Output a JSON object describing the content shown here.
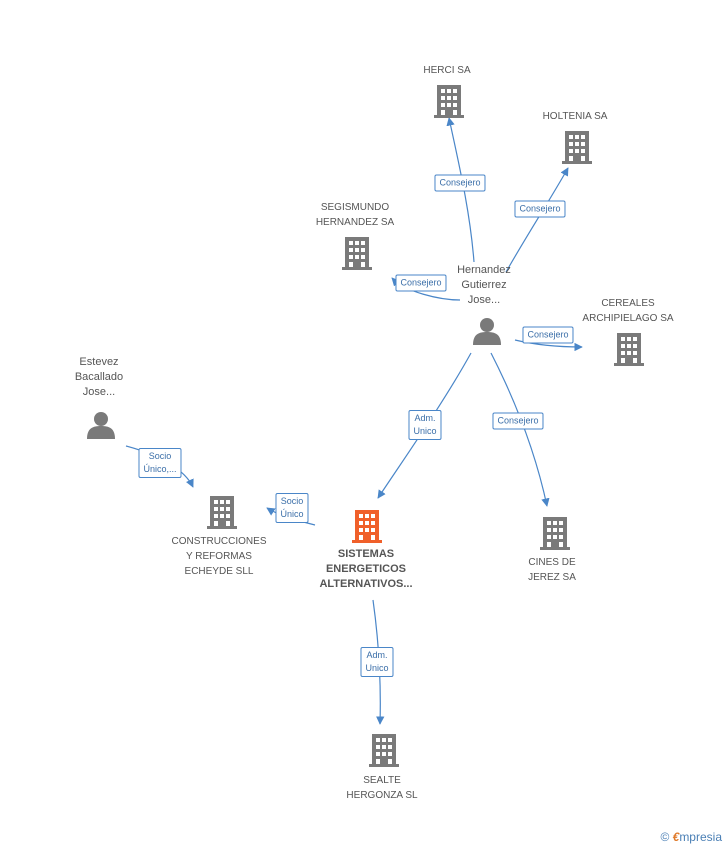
{
  "colors": {
    "edge": "#4a86c8",
    "node": "#7a7a7a",
    "main_node": "#f0602a"
  },
  "nodes": {
    "herci": {
      "label": [
        "HERCI SA"
      ]
    },
    "holtenia": {
      "label": [
        "HOLTENIA SA"
      ]
    },
    "segismundo": {
      "label": [
        "SEGISMUNDO",
        "HERNANDEZ SA"
      ]
    },
    "hernandez": {
      "label": [
        "Hernandez",
        "Gutierrez",
        "Jose..."
      ]
    },
    "cereales": {
      "label": [
        "CEREALES",
        "ARCHIPIELAGO SA"
      ]
    },
    "estevez": {
      "label": [
        "Estevez",
        "Bacallado",
        "Jose..."
      ]
    },
    "construcciones": {
      "label": [
        "CONSTRUCCIONES",
        "Y REFORMAS",
        "ECHEYDE SLL"
      ]
    },
    "sistemas": {
      "label": [
        "SISTEMAS",
        "ENERGETICOS",
        "ALTERNATIVOS..."
      ]
    },
    "cines": {
      "label": [
        "CINES DE",
        "JEREZ SA"
      ]
    },
    "sealte": {
      "label": [
        "SEALTE",
        "HERGONZA SL"
      ]
    }
  },
  "edges": {
    "to_herci": [
      "Consejero"
    ],
    "to_holtenia": [
      "Consejero"
    ],
    "to_segismundo": [
      "Consejero"
    ],
    "to_cereales": [
      "Consejero"
    ],
    "to_sistemas": [
      "Adm.",
      "Unico"
    ],
    "to_cines": [
      "Consejero"
    ],
    "estevez_construcciones": [
      "Socio",
      "Único,..."
    ],
    "sistemas_construcciones": [
      "Socio",
      "Único"
    ],
    "to_sealte": [
      "Adm.",
      "Unico"
    ]
  },
  "brand": {
    "copyright": "©",
    "initial": "€",
    "name": "mpresia"
  }
}
